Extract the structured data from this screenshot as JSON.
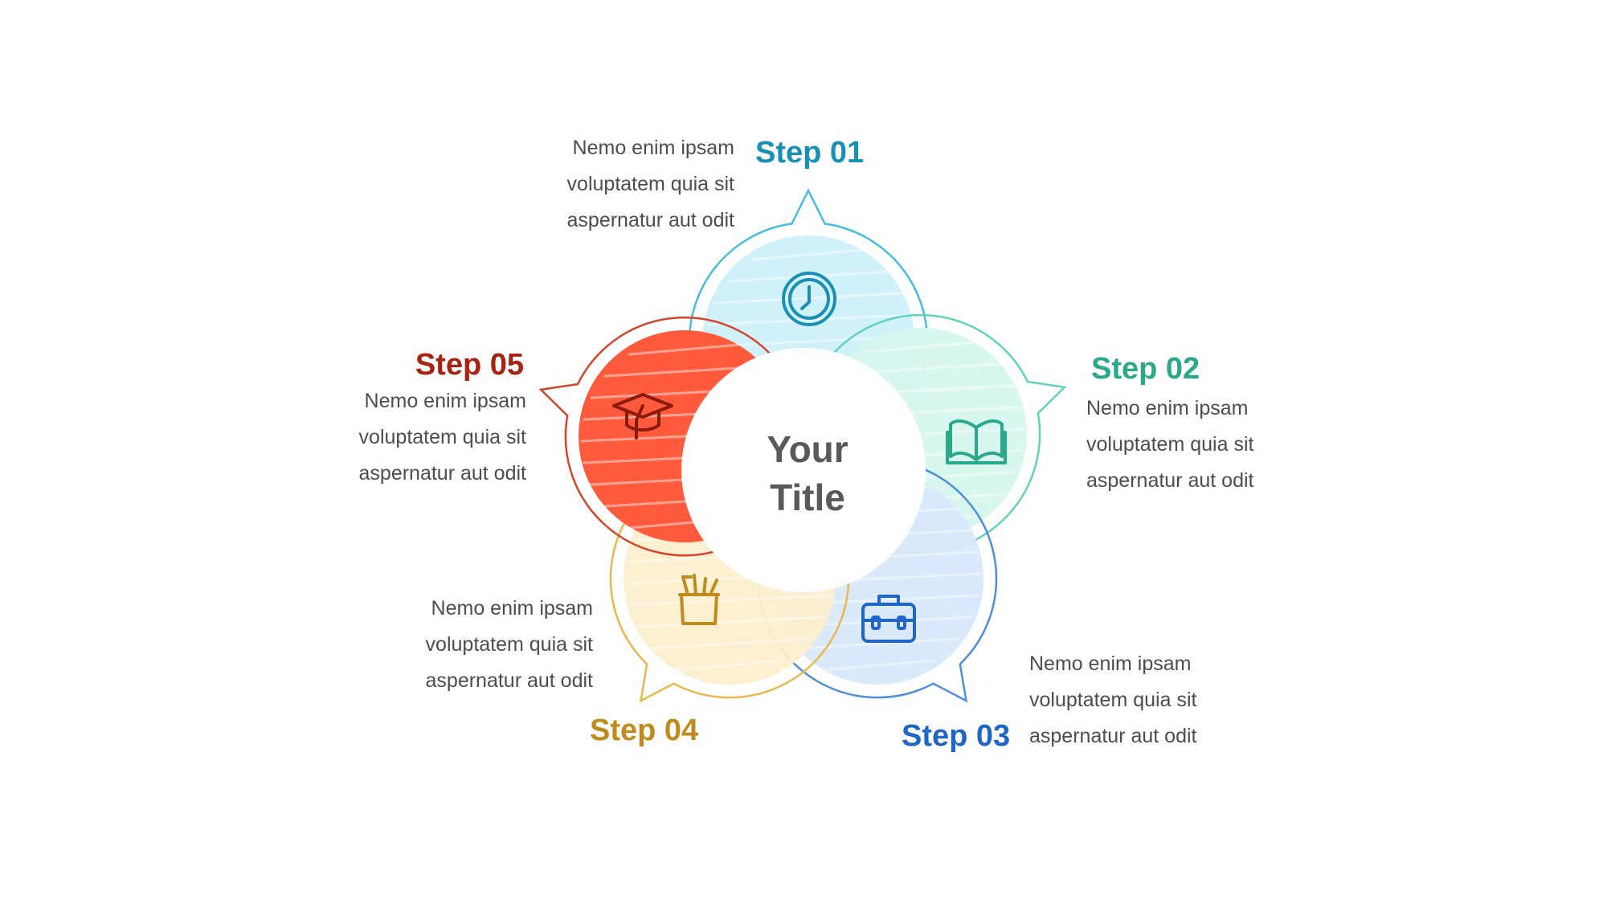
{
  "center": {
    "line1": "Your",
    "line2": "Title"
  },
  "steps": [
    {
      "title": "Step 01",
      "desc": [
        "Nemo enim ipsam",
        "voluptatem quia sit",
        "aspernatur aut odit"
      ],
      "color": "#1a8fb5",
      "fill": "#cdf0fa",
      "stroke": "#45bde0",
      "icon": "clock-icon"
    },
    {
      "title": "Step 02",
      "desc": [
        "Nemo enim ipsam",
        "voluptatem quia sit",
        "aspernatur aut odit"
      ],
      "color": "#2aa98a",
      "fill": "#d6f7ee",
      "stroke": "#5fd3bb",
      "icon": "open-book-icon"
    },
    {
      "title": "Step 03",
      "desc": [
        "Nemo enim ipsam",
        "voluptatem quia sit",
        "aspernatur aut odit"
      ],
      "color": "#1f67c7",
      "fill": "#d8e8fb",
      "stroke": "#4d8fd8",
      "icon": "briefcase-icon"
    },
    {
      "title": "Step 04",
      "desc": [
        "Nemo enim ipsam",
        "voluptatem quia sit",
        "aspernatur aut odit"
      ],
      "color": "#c08a1c",
      "fill": "#fdefcf",
      "stroke": "#e8b84c",
      "icon": "pencil-cup-icon"
    },
    {
      "title": "Step 05",
      "desc": [
        "Nemo enim ipsam",
        "voluptatem quia sit",
        "aspernatur aut odit"
      ],
      "color": "#a52312",
      "fill": "#ff5a3c",
      "stroke": "#d4452c",
      "icon": "graduation-cap-icon"
    }
  ]
}
